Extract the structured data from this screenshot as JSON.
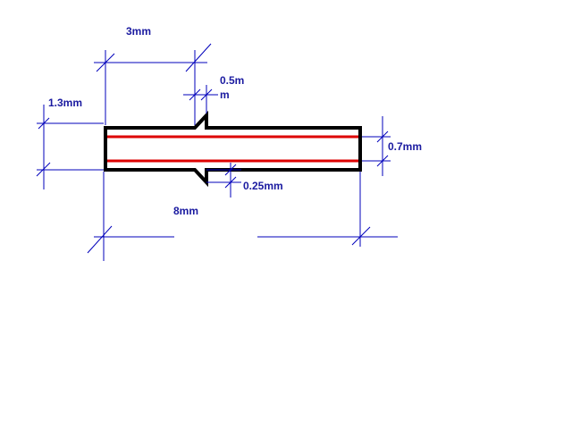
{
  "dimensions": {
    "top_length": "3mm",
    "notch_width_line1": "0.5m",
    "notch_width_line2": "m",
    "height": "1.3mm",
    "bore": "0.7mm",
    "step": "0.25mm",
    "total_length": "8mm"
  },
  "colors": {
    "outline": "#000000",
    "bore_lines": "#dd0000",
    "dimension": "#0000bb",
    "label": "#1a1aa0"
  }
}
